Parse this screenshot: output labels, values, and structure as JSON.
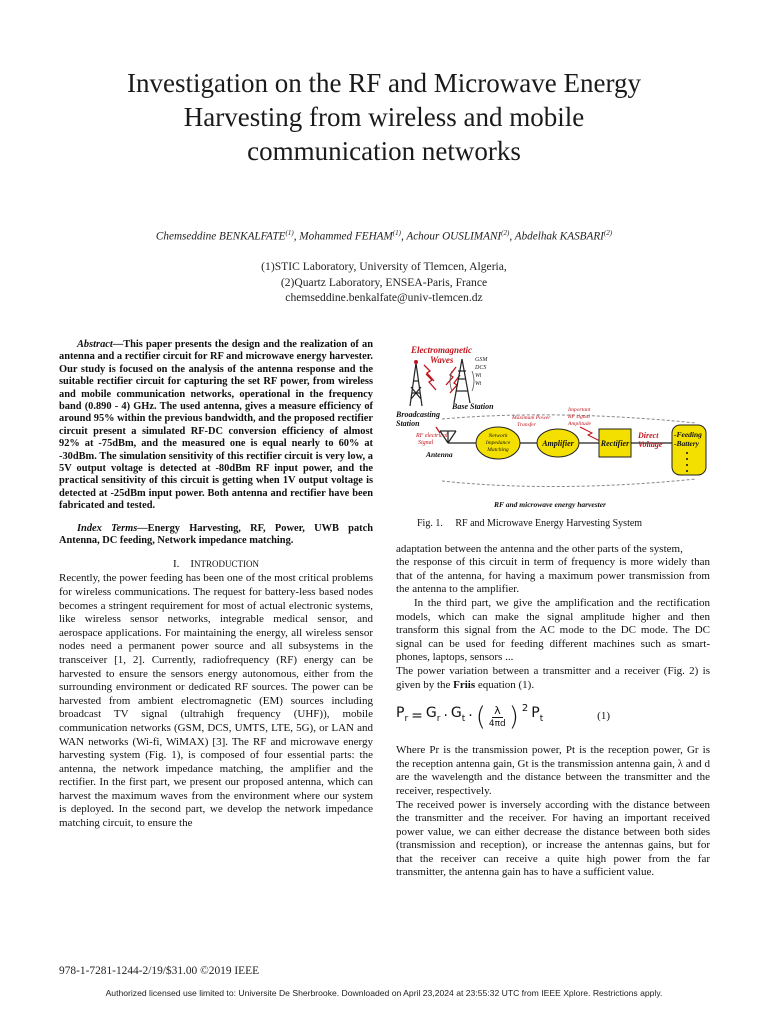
{
  "title": {
    "line1": "Investigation on the RF and Microwave Energy",
    "line2": "Harvesting from wireless and mobile",
    "line3": "communication networks"
  },
  "authors": {
    "a1": "Chemseddine BENKALFATE",
    "a1_sup": "(1)",
    "a2": "Mohammed FEHAM",
    "a2_sup": "(1)",
    "a3": "Achour OUSLIMANI",
    "a3_sup": "(2)",
    "a4": "Abdelhak KASBARI",
    "a4_sup": "(2)",
    "sep": ", "
  },
  "affiliation": {
    "line1": "(1)STIC Laboratory, University of Tlemcen, Algeria,",
    "line2": "(2)Quartz Laboratory, ENSEA-Paris, France",
    "email": "chemseddine.benkalfate@univ-tlemcen.dz"
  },
  "abstract": {
    "label": "Abstract",
    "dash": "—",
    "text": "This paper presents the design and the realization of an antenna and a rectifier circuit for RF and microwave energy harvester. Our study is focused on the analysis of the antenna response and the suitable rectifier circuit for capturing the set RF power, from wireless and mobile communication networks, operational in the frequency band (0.890 - 4) GHz. The used antenna, gives a measure efficiency of around 95% within the previous bandwidth, and the proposed rectifier circuit present a simulated RF-DC conversion efficiency of almost 92% at -75dBm, and the measured one is equal nearly to 60% at -30dBm. The simulation sensitivity of this rectifier circuit is very low, a 5V output voltage is detected at -80dBm RF input power, and the practical sensitivity of this circuit is getting when 1V output voltage is detected at -25dBm input power.  Both antenna and rectifier have been fabricated and tested."
  },
  "index_terms": {
    "label": "Index Terms",
    "dash": "—",
    "text": "Energy Harvesting, RF, Power, UWB patch Antenna, DC feeding, Network impedance matching."
  },
  "section1": {
    "number": "I.",
    "first_letter": "I",
    "rest": "NTRODUCTION"
  },
  "intro_paragraphs": [
    "Recently, the power feeding has been one of the most critical problems for wireless communications. The request for battery-less based nodes becomes a stringent requirement for most of actual electronic systems, like wireless sensor networks, integrable medical sensor, and aerospace applications. For maintaining the energy, all wireless sensor nodes need a permanent power source and all subsystems in the transceiver [1, 2]. Currently, radiofrequency (RF) energy can be harvested to ensure the sensors energy autonomous, either from the surrounding environment or dedicated RF sources. The power can be harvested from ambient electromagnetic (EM) sources including broadcast TV signal (ultrahigh frequency (UHF)), mobile communication networks (GSM, DCS, UMTS, LTE, 5G), or LAN and WAN networks (Wi-fi, WiMAX) [3]. The RF and microwave energy harvesting system (Fig. 1), is composed of four essential parts: the antenna, the network impedance matching, the amplifier and the rectifier. In the first part, we present our proposed antenna, which can harvest the maximum waves from the environment where our system is deployed. In the second part, we develop the network impedance matching circuit, to ensure the"
  ],
  "figure": {
    "caption_label": "Fig. 1.",
    "caption_text": "RF and Microwave Energy Harvesting System",
    "em_waves": "Electromagnetic",
    "em_waves2": "Waves",
    "bands": [
      "GSM",
      "DCS",
      "Wi",
      "Wi"
    ],
    "base_station": "Base Station",
    "broadcasting": "Broadcasting",
    "station": "Station",
    "rf_electrical": "RF electrical",
    "signal": "Signal",
    "max_power": "Maximum Power",
    "transfer": "Transfer",
    "important": "Important",
    "rf_signal": "RF signal",
    "amplitude": "Amplitude",
    "network": "Network",
    "impedance": "Impedance",
    "matching": "Matching",
    "amplifier": "Amplifier",
    "rectifier": "Rectifier",
    "direct": "Direct",
    "voltage": "Voltage",
    "feeding": "-Feeding",
    "battery": "-Battery",
    "antenna": "Antenna",
    "harvester": "RF and microwave energy harvester"
  },
  "right_paragraphs": {
    "p1": "adaptation between the antenna and the other parts of the system,",
    "p2": "the response of this circuit in term of frequency is more widely than that of the antenna, for having a maximum power transmission from the antenna to the amplifier.",
    "p3": "In the third part, we give the amplification and the rectification models, which can make the signal amplitude higher and then transform this signal from the AC mode to the DC mode. The DC signal can be used for feeding different machines such as smart-phones, laptops, sensors ...",
    "p4a": "The power variation between a transmitter and a receiver (Fig. 2) is given by the ",
    "p4b": "Friis",
    "p4c": " equation (1).",
    "p5": "Where Pr is the transmission power, Pt is the reception power, Gr is the reception antenna gain, Gt is the transmission antenna gain, λ and d are the wavelength and the distance between the transmitter and the receiver, respectively.",
    "p6": "The received power is inversely according with the distance between the transmitter and the receiver. For having an important received power value, we can either decrease the distance between both sides (transmission and reception), or increase the antennas gains, but for that the receiver can receive a quite high power from the far transmitter, the antenna gain has to have a sufficient value."
  },
  "equation": {
    "lhs": "P",
    "lhs_sub": "r",
    "eq": "=",
    "g1": "G",
    "g1_sub": "r",
    "dot1": "·",
    "g2": "G",
    "g2_sub": "t",
    "dot2": "·",
    "num": "λ",
    "den": "4πd",
    "pow": "2",
    "pt": "P",
    "pt_sub": "t",
    "number": "(1)"
  },
  "footer": {
    "isbn": "978-1-7281-1244-2/19/$31.00 ©2019 IEEE",
    "license": "Authorized licensed use limited to: Universite De Sherbrooke. Downloaded on April 23,2024 at 23:55:32 UTC from IEEE Xplore.  Restrictions apply."
  }
}
